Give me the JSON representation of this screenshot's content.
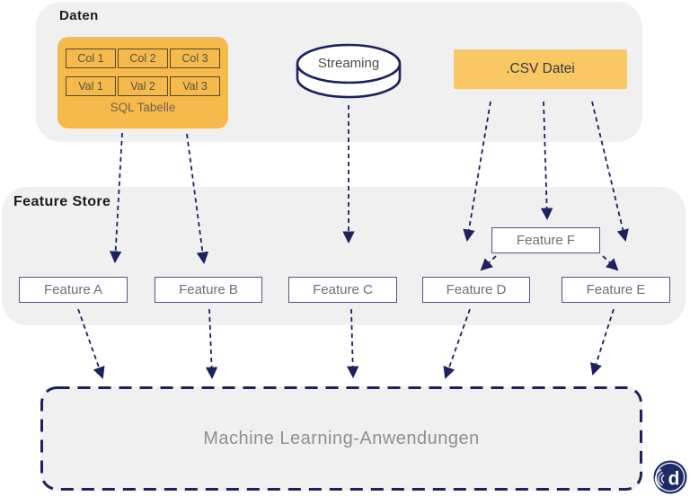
{
  "daten": {
    "title": "Daten",
    "sql": {
      "cols": [
        "Col 1",
        "Col 2",
        "Col 3"
      ],
      "vals": [
        "Val 1",
        "Val 2",
        "Val 3"
      ],
      "caption": "SQL Tabelle"
    },
    "streaming": {
      "label": "Streaming"
    },
    "csv": {
      "label": ".CSV Datei"
    }
  },
  "feature_store": {
    "title": "Feature Store",
    "features": [
      "Feature A",
      "Feature B",
      "Feature C",
      "Feature D",
      "Feature E"
    ],
    "feature_f": "Feature F"
  },
  "ml": {
    "label": "Machine Learning-Anwendungen"
  },
  "logo": {
    "letter": "d"
  },
  "colors": {
    "container_gray": "#f0f0f1",
    "sql_orange": "#f6ba4c",
    "csv_orange": "#f9c763",
    "navy": "#1d215e",
    "feature_border": "#54547f"
  }
}
